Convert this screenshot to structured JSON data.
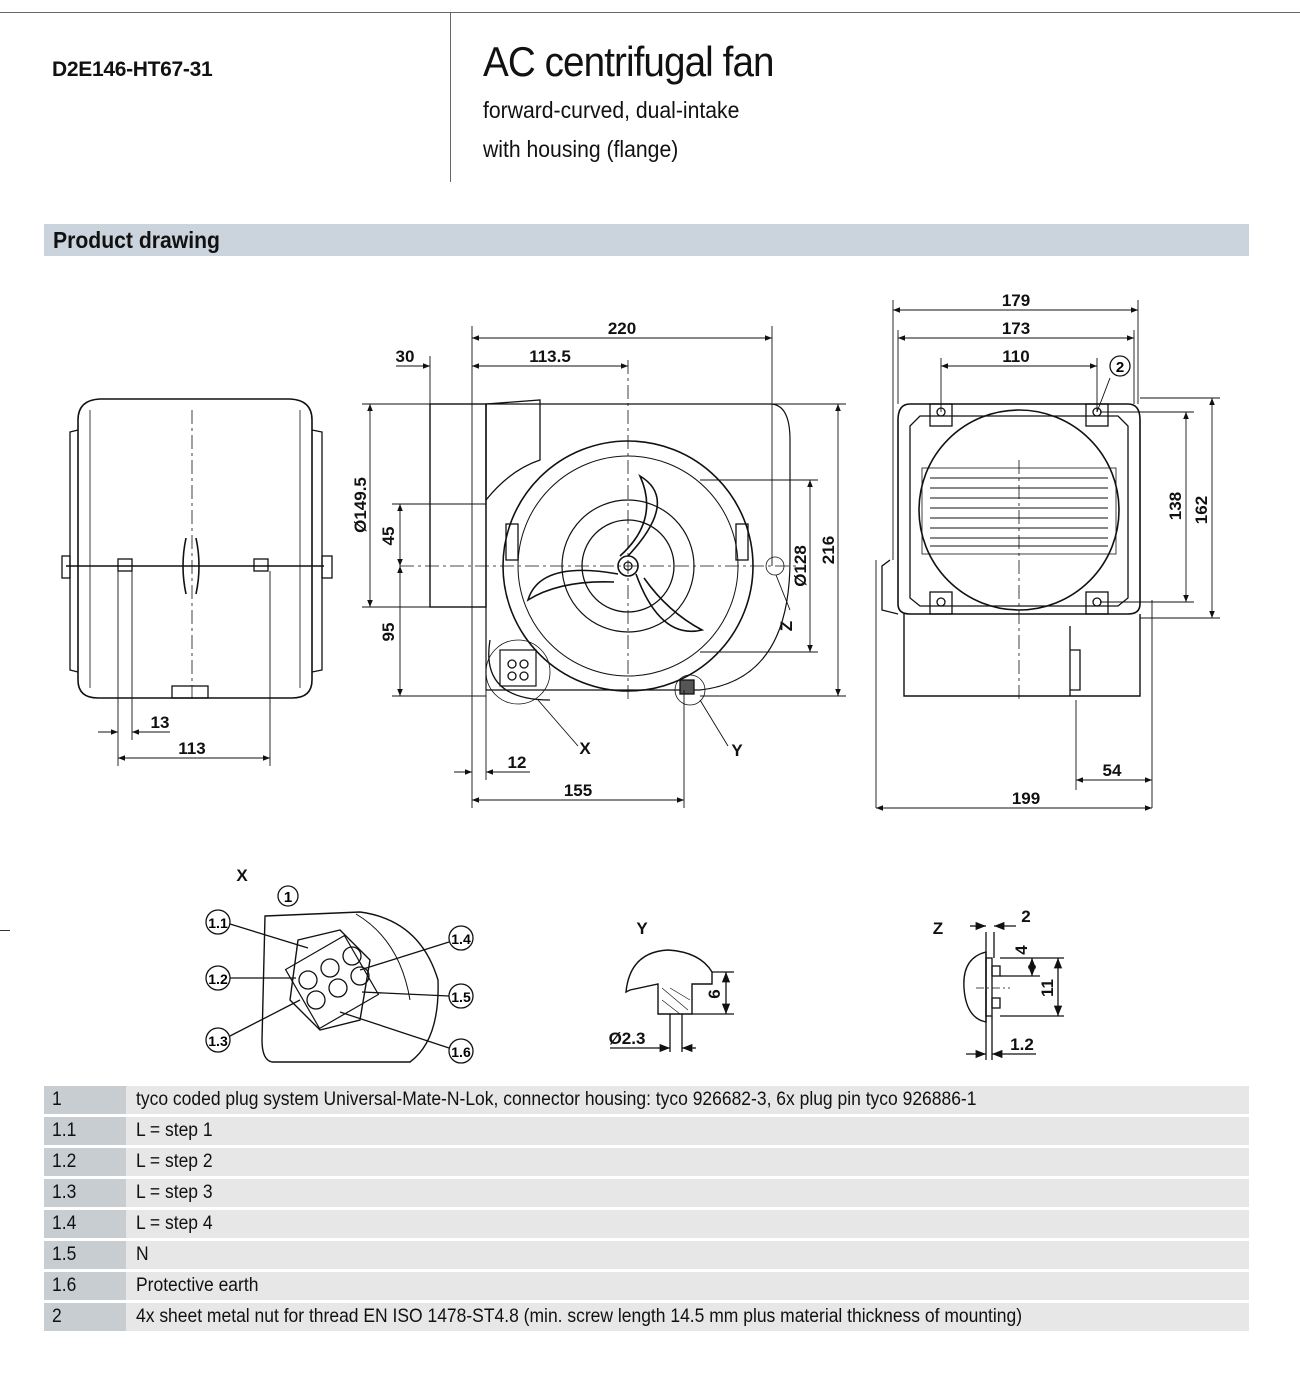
{
  "header": {
    "model": "D2E146-HT67-31",
    "title": "AC centrifugal fan",
    "subtitle_1": "forward-curved, dual-intake",
    "subtitle_2": "with housing (flange)"
  },
  "section": {
    "title": "Product drawing"
  },
  "drawing": {
    "dimensions": {
      "d220": "220",
      "d30": "30",
      "d113_5": "113.5",
      "d149_5": "Ø149.5",
      "d45": "45",
      "d95": "95",
      "d128": "Ø128",
      "d216": "216",
      "d12": "12",
      "d155": "155",
      "d13": "13",
      "d113": "113",
      "d179": "179",
      "d173": "173",
      "d110": "110",
      "d138": "138",
      "d162": "162",
      "d54": "54",
      "d199": "199"
    },
    "callouts": {
      "x": "X",
      "y": "Y",
      "z": "Z",
      "c2": "2"
    },
    "detail_x": {
      "title": "X",
      "c1": "1",
      "p11": "1.1",
      "p12": "1.2",
      "p13": "1.3",
      "p14": "1.4",
      "p15": "1.5",
      "p16": "1.6"
    },
    "detail_y": {
      "title": "Y",
      "d6": "6",
      "d2_3": "Ø2.3"
    },
    "detail_z": {
      "title": "Z",
      "d2": "2",
      "d4": "4",
      "d11": "11",
      "d1_2": "1.2"
    }
  },
  "legend": [
    {
      "key": "1",
      "text": "tyco coded plug system Universal-Mate-N-Lok, connector housing: tyco 926682-3, 6x plug pin tyco 926886-1"
    },
    {
      "key": "1.1",
      "text": "L = step 1"
    },
    {
      "key": "1.2",
      "text": "L = step 2"
    },
    {
      "key": "1.3",
      "text": "L = step 3"
    },
    {
      "key": "1.4",
      "text": "L = step 4"
    },
    {
      "key": "1.5",
      "text": "N"
    },
    {
      "key": "1.6",
      "text": "Protective earth"
    },
    {
      "key": "2",
      "text": "4x sheet metal nut for thread EN ISO 1478-ST4.8 (min. screw length 14.5 mm plus material thickness of mounting)"
    }
  ]
}
